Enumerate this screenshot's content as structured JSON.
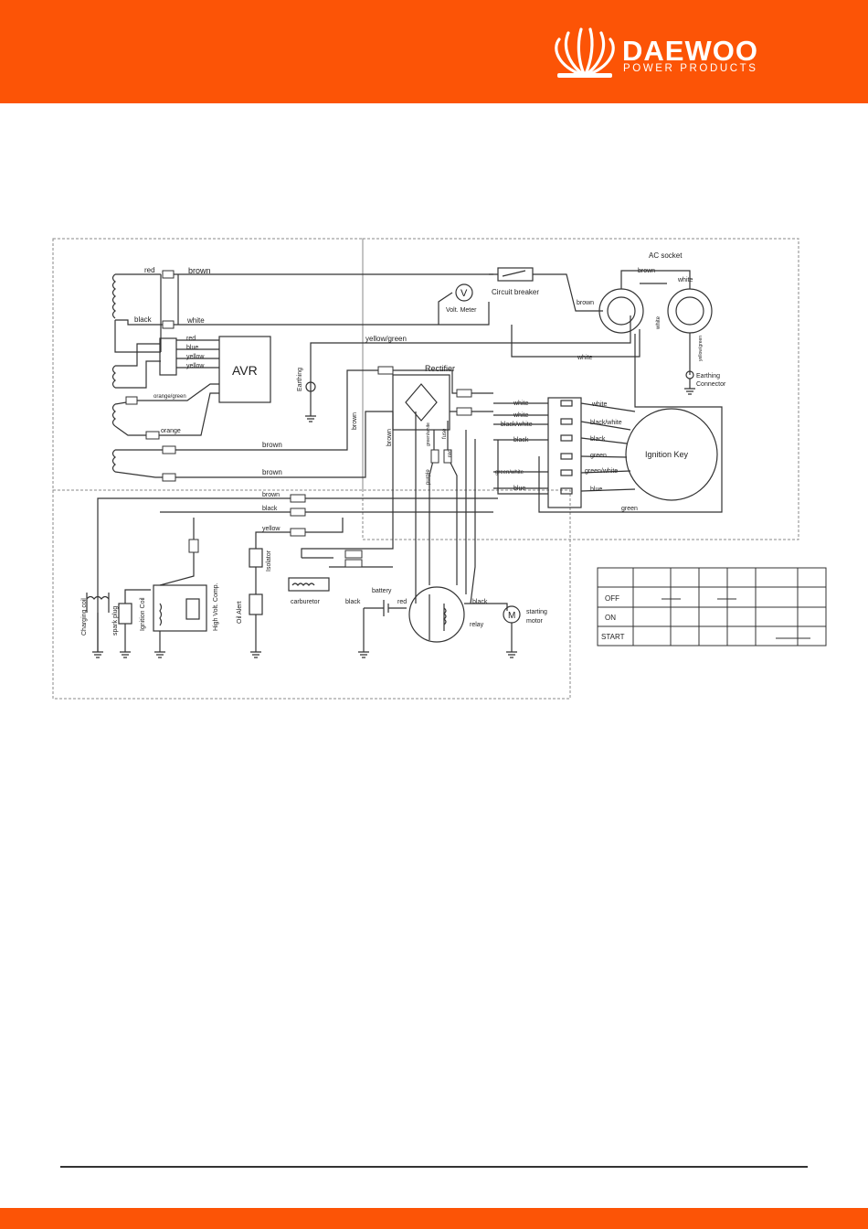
{
  "brand": {
    "name": "DAEWOO",
    "subtitle": "POWER PRODUCTS",
    "color": "#fc5406"
  },
  "diagram": {
    "wires_top": [
      "red",
      "brown",
      "black",
      "white"
    ],
    "avr_wires": [
      "red",
      "blue",
      "yellow",
      "yellow"
    ],
    "avr_label": "AVR",
    "wire_orange_green": "orange/green",
    "wire_orange": "orange",
    "wire_brown": "brown",
    "wire_yellow_green": "yellow/green",
    "earthing": "Earthing",
    "circuit_breaker": "Circuit breaker",
    "volt_meter": "Volt. Meter",
    "ac_socket": "AC socket",
    "socket_wires": [
      "brown",
      "white",
      "brown",
      "white",
      "white",
      "yellow/green"
    ],
    "earthing_connector": [
      "Earthing",
      "Connector"
    ],
    "rectifier": "Rectifier",
    "vertical_labels": [
      "brown",
      "brown",
      "green/white",
      "fuse",
      "red",
      "purple"
    ],
    "key_wires_left": [
      "white",
      "white",
      "black/white",
      "black",
      "green/white",
      "blue"
    ],
    "key_wires_right": [
      "white",
      "black/white",
      "black",
      "green",
      "green/white",
      "blue"
    ],
    "key_green": "green",
    "ignition_key": "Ignition Key",
    "lower_wires": [
      "brown",
      "black",
      "yellow"
    ],
    "components": [
      "Charging coil",
      "spark plug",
      "Ignition Coil",
      "High Volt. Comp.",
      "Isolator",
      "Oil Alert"
    ],
    "carburetor": "carburetor",
    "battery": "battery",
    "battery_wires": [
      "black",
      "red",
      "black"
    ],
    "relay": "relay",
    "starting_motor": [
      "starting",
      "motor"
    ],
    "motor_symbol": "M",
    "volt_symbol": "V",
    "switch_table": {
      "rows": [
        "OFF",
        "ON",
        "START"
      ]
    }
  }
}
